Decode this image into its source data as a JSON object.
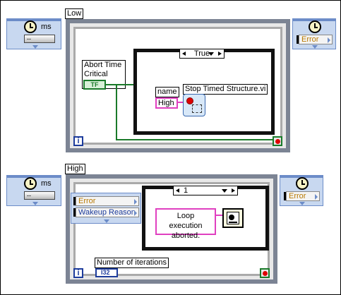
{
  "top_loop": {
    "title": "Low",
    "input_node": {
      "unit": "ms",
      "field": "--"
    },
    "output_node": {
      "label": "Error"
    },
    "boolean_control": {
      "label_line1": "Abort Time",
      "label_line2": "Critical Loop",
      "terminal": "TF"
    },
    "case_selector": "True",
    "name_label": "name",
    "name_value": "High",
    "subvi_label": "Stop Timed Structure.vi",
    "question_mark": "?"
  },
  "bottom_loop": {
    "title": "High",
    "input_node": {
      "unit": "ms",
      "field": "--"
    },
    "output_node": {
      "label": "Error"
    },
    "left_node_items": [
      "Error",
      "Wakeup Reason"
    ],
    "case_selector": "1",
    "message": "Loop execution aborted.",
    "iterations_label": "Number of iterations",
    "iterations_terminal": "I32"
  },
  "index_symbol": "i",
  "colors": {
    "loop_border": "#7c8494",
    "node_blue": "#c8d8f0",
    "boolean_wire": "#1a7a2a",
    "string_wire": "#e040c0",
    "error_text": "#b87800",
    "numeric_blue": "#1d3c9c"
  }
}
